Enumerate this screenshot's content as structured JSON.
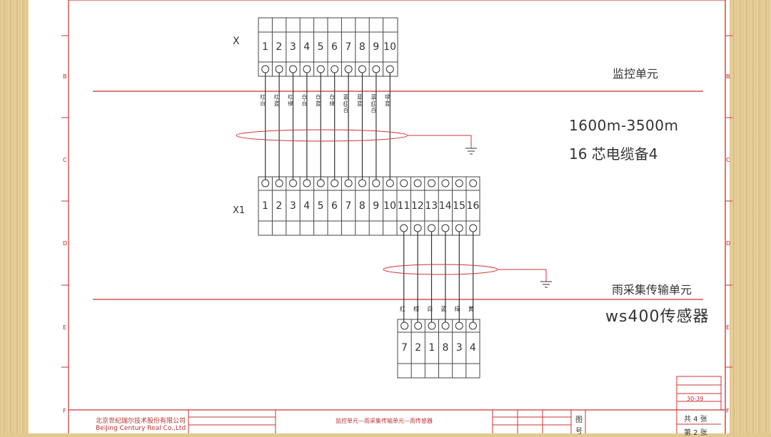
{
  "drawing": {
    "terminal_x": {
      "label": "X",
      "numbers": [
        "1",
        "2",
        "3",
        "4",
        "5",
        "6",
        "7",
        "8",
        "9",
        "10"
      ]
    },
    "terminal_x1": {
      "label": "X1",
      "numbers": [
        "1",
        "2",
        "3",
        "4",
        "5",
        "6",
        "7",
        "8",
        "9",
        "10",
        "11",
        "12",
        "13",
        "14",
        "15",
        "16"
      ]
    },
    "sensor_block": {
      "numbers": [
        "7",
        "2",
        "1",
        "8",
        "3",
        "4"
      ],
      "wire_colors": [
        "红",
        "棕",
        "白",
        "蓝",
        "绿",
        "黄"
      ]
    },
    "cable_wire_labels": [
      "红-白",
      "红-蓝",
      "红-绿",
      "白-白",
      "白-蓝",
      "白-绿",
      "蓝-红/白",
      "蓝-蓝",
      "蓝-红/白",
      "绿-蓝"
    ],
    "section_monitor": "监控单元",
    "cable_length": "1600m-3500m",
    "cable_type": "16 芯电缆备4",
    "section_rain": "雨采集传输单元",
    "sensor_model": "ws400传感器",
    "zone_letters": [
      "B",
      "C",
      "D",
      "E",
      "F"
    ],
    "title_block": {
      "company_cn": "北京世纪瑞尔技术股份有限公司",
      "company_en": "BeiJing Century Real Co.,Ltd",
      "drawing_title": "监控单元—雨采集传输单元—雨传感器",
      "drawing_no": "30-39",
      "total_sheets": "共 4 张",
      "sheet_no": "第 2 张",
      "fig_label": "图",
      "num_label": "号"
    }
  },
  "colors": {
    "frame_red": "#cc3333",
    "line": "#333333",
    "wood": "#e2c98f"
  }
}
